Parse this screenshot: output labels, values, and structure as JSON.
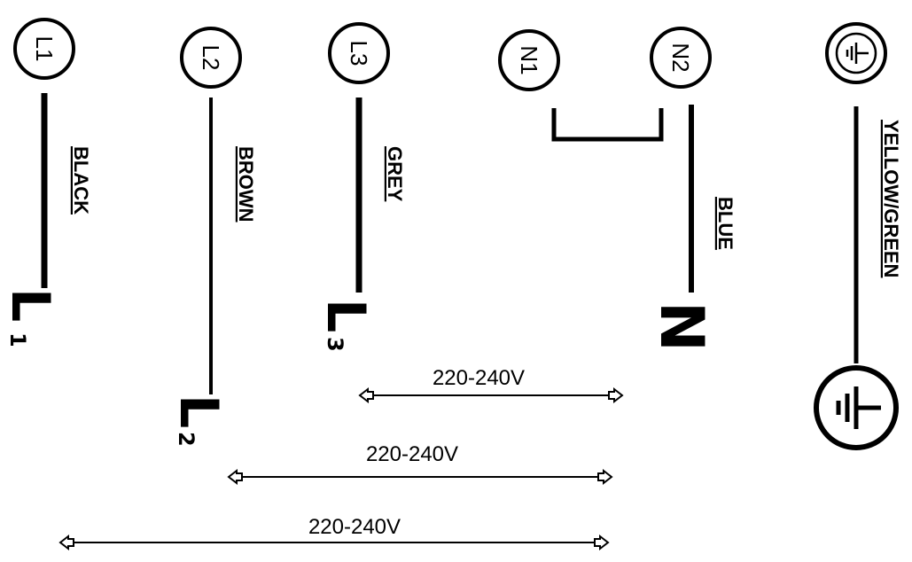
{
  "terminals": {
    "l1": "L1",
    "l2": "L2",
    "l3": "L3",
    "n1": "N1",
    "n2": "N2"
  },
  "wire_colors": {
    "black": "BLACK",
    "brown": "BROWN",
    "grey": "GREY",
    "blue": "BLUE",
    "yellow_green": "YELLOW/GREEN"
  },
  "conductors": {
    "l1": {
      "letter": "L",
      "sub": "1"
    },
    "l2": {
      "letter": "L",
      "sub": "2"
    },
    "l3": {
      "letter": "L",
      "sub": "3"
    },
    "n": {
      "letter": "N"
    }
  },
  "voltages": {
    "top": "220-240V",
    "middle": "220-240V",
    "bottom": "220-240V"
  },
  "icons": {
    "earth_terminal": "earth-symbol-icon",
    "earth_conductor": "earth-symbol-icon"
  },
  "colors": {
    "line": "#000000",
    "background": "#ffffff"
  }
}
